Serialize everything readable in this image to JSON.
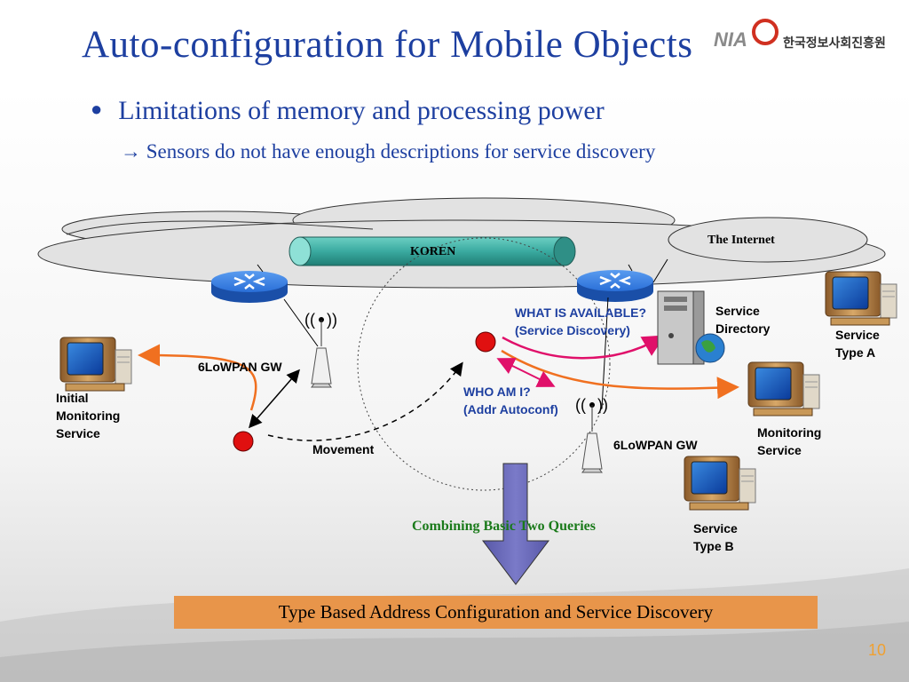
{
  "header": {
    "title": "Auto-configuration for Mobile Objects",
    "logo_text": "한국정보사회진흥원",
    "logo_abbrev": "NIA"
  },
  "content": {
    "bullet": "Limitations of memory and processing power",
    "sub_arrow": "→",
    "sub_text": "Sensors do not have enough descriptions for service discovery"
  },
  "diagram": {
    "internet_label": "The Internet",
    "koren_label": "KOREN",
    "gw_left_label": "6LoWPAN GW",
    "gw_right_label": "6LoWPAN GW",
    "movement_label": "Movement",
    "initial_service": [
      "Initial",
      "Monitoring",
      "Service"
    ],
    "what_available": [
      "WHAT IS AVAILABLE?",
      "(Service Discovery)"
    ],
    "who_am_i": [
      "WHO AM I?",
      "(Addr Autoconf)"
    ],
    "service_directory": [
      "Service",
      "Directory"
    ],
    "service_type_a": [
      "Service",
      "Type A"
    ],
    "monitoring_service": [
      "Monitoring",
      "Service"
    ],
    "service_type_b": [
      "Service",
      "Type B"
    ],
    "combining_label": "Combining Basic Two Queries"
  },
  "footer": {
    "result_text": "Type Based Address Configuration and Service Discovery",
    "page_number": "10"
  },
  "colors": {
    "title_blue": "#1d3fa0",
    "node_red": "#e01010",
    "arrow_orange": "#f07020",
    "arrow_pink": "#e0106a",
    "koren_teal": "#3aaaa0",
    "router_blue": "#2a6fd8",
    "result_orange": "#e8954a",
    "combine_green": "#1a7a1a",
    "down_arrow": "#6b6bb8"
  }
}
